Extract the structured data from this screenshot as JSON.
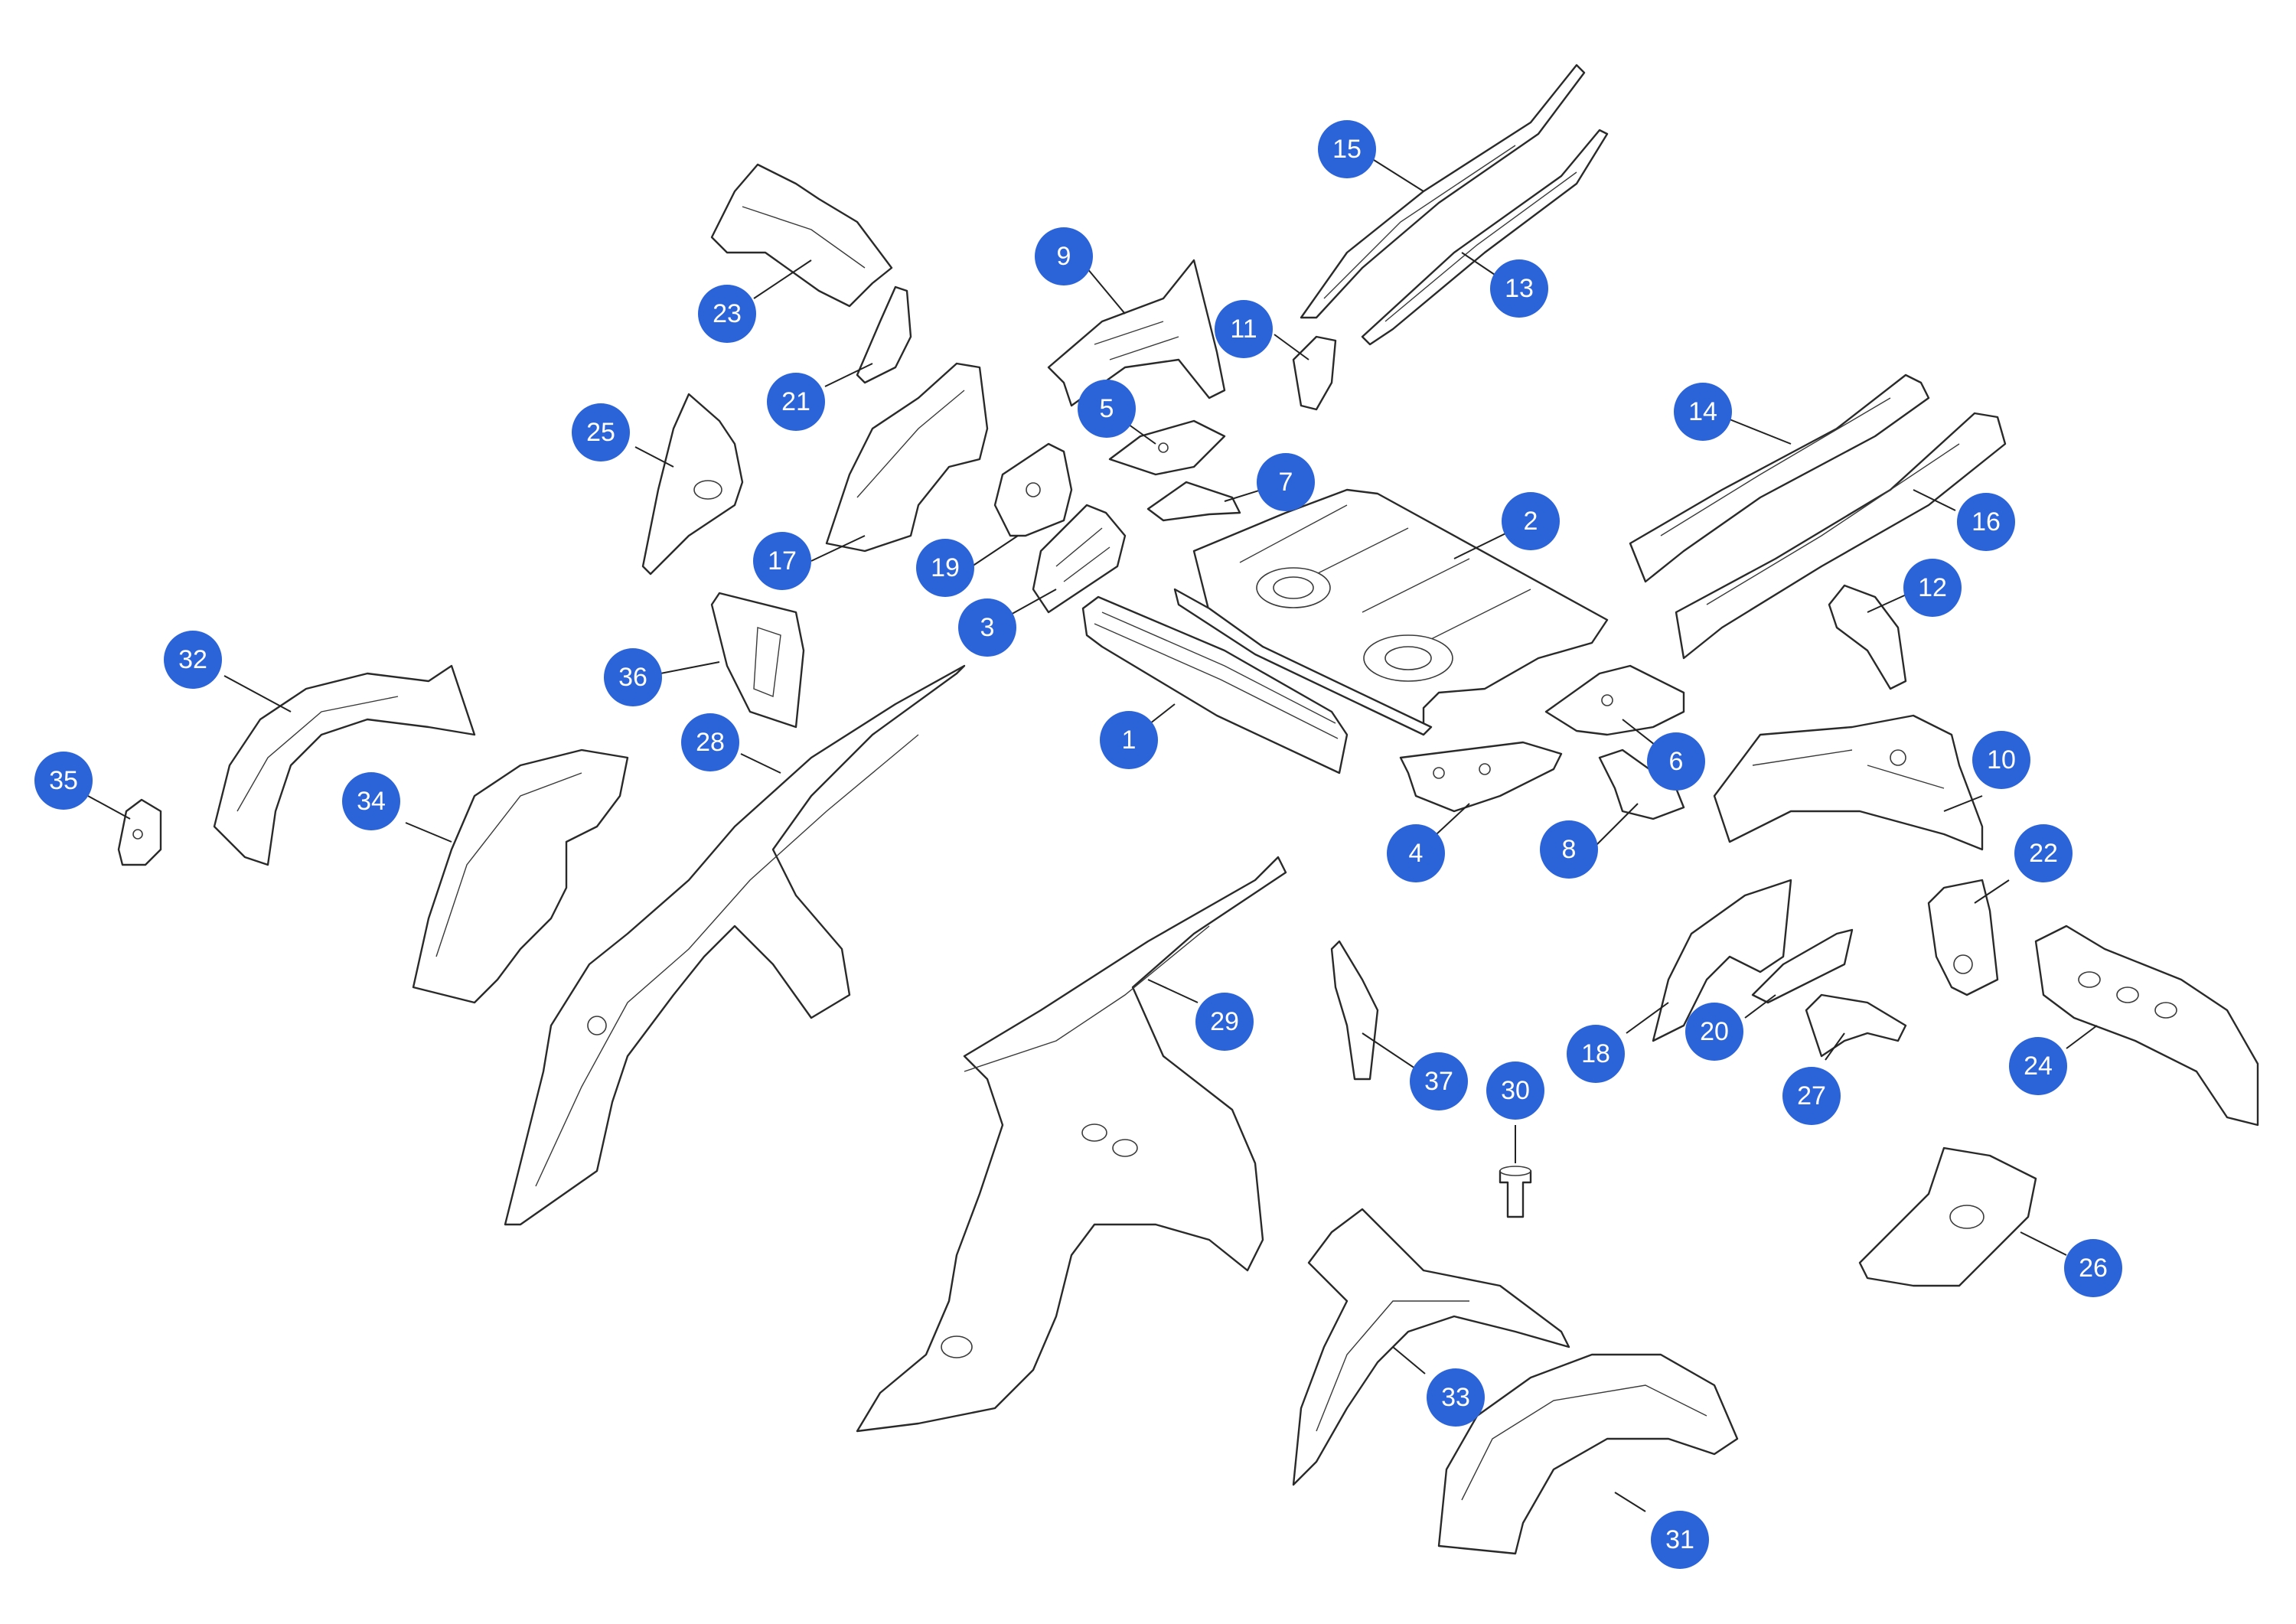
{
  "diagram": {
    "accent_color": "#2b63d8",
    "callout_labels": [
      "1",
      "2",
      "3",
      "4",
      "5",
      "6",
      "7",
      "8",
      "9",
      "10",
      "11",
      "12",
      "13",
      "14",
      "15",
      "16",
      "17",
      "18",
      "19",
      "20",
      "21",
      "22",
      "23",
      "24",
      "25",
      "26",
      "27",
      "28",
      "29",
      "30",
      "31",
      "32",
      "33",
      "34",
      "35",
      "36",
      "37"
    ]
  }
}
